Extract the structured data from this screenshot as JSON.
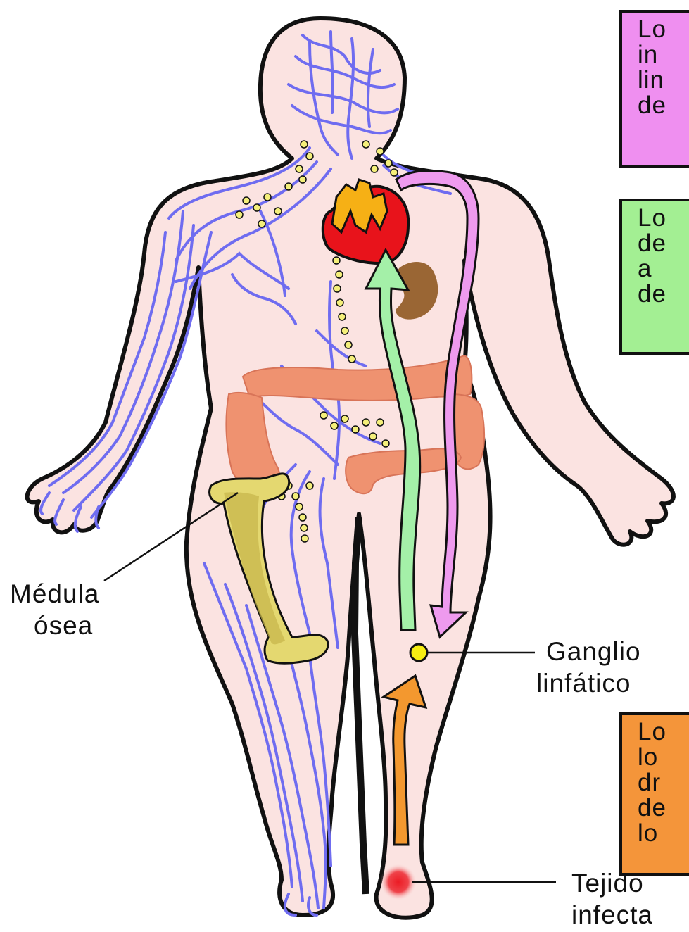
{
  "colors": {
    "skin": "#fbe3e1",
    "outline": "#111111",
    "lymph_vessels": "#6f6cf0",
    "lymph_nodes": "#f4ef7a",
    "heart": "#e8131b",
    "heart_vessels": "#f6b015",
    "spleen": "#9a6634",
    "intestine": "#ef9270",
    "bone": "#e4d870",
    "node_fill": "#f7ee12",
    "arrow_green": "#a4f0a8",
    "arrow_pink": "#ee9aee",
    "arrow_orange": "#f3982f",
    "infection": "#ec1b24",
    "box_pink": "#ef8ff0",
    "box_green": "#a3ef93",
    "box_orange": "#f4953a"
  },
  "labels": {
    "marrow": [
      "Médula",
      "ósea"
    ],
    "node": [
      "Ganglio",
      "linfático"
    ],
    "tissue": [
      "Tejido",
      "infecta"
    ]
  },
  "boxes": {
    "pink": [
      "Lo",
      "in",
      "lin",
      "de"
    ],
    "green": [
      "Lo",
      "de",
      "a",
      "de"
    ],
    "orange": [
      "Lo",
      "lo",
      "dr",
      "de",
      "lo"
    ]
  },
  "icons": [
    "heart-icon",
    "spleen-icon",
    "intestine-icon",
    "femur-icon",
    "lymph-node-icon",
    "infection-icon"
  ]
}
